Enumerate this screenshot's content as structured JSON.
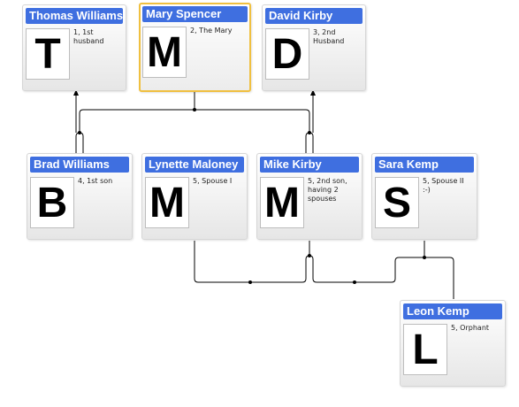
{
  "people": [
    {
      "key": "thomas",
      "name": "Thomas Williams",
      "letter": "T",
      "description": "1, 1st husband"
    },
    {
      "key": "mary",
      "name": "Mary Spencer",
      "letter": "M",
      "description": "2, The Mary",
      "selected": true
    },
    {
      "key": "david",
      "name": "David Kirby",
      "letter": "D",
      "description": "3, 2nd Husband"
    },
    {
      "key": "brad",
      "name": "Brad Williams",
      "letter": "B",
      "description": "4, 1st son"
    },
    {
      "key": "lynette",
      "name": "Lynette Maloney",
      "letter": "M",
      "description": "5, Spouse I"
    },
    {
      "key": "mike",
      "name": "Mike Kirby",
      "letter": "M",
      "description": "5, 2nd son, having 2 spouses"
    },
    {
      "key": "sara",
      "name": "Sara Kemp",
      "letter": "S",
      "description": "5, Spouse II :-)"
    },
    {
      "key": "leon",
      "name": "Leon Kemp",
      "letter": "L",
      "description": "5, Orphant"
    }
  ],
  "colors": {
    "title_bar": "#3f6fe0",
    "selected_border": "#f0c040",
    "connector": "#000000"
  }
}
